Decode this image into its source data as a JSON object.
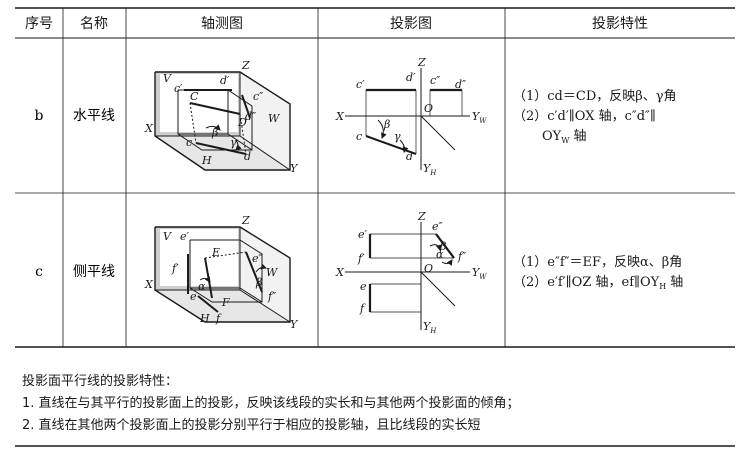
{
  "table": {
    "headers": [
      "序号",
      "名称",
      "轴测图",
      "投影图",
      "投影特性"
    ],
    "rows": [
      {
        "index": "b",
        "name": "水平线",
        "axon_labels": {
          "Z": "Z",
          "V": "V",
          "c_prime": "c′",
          "d_prime": "d′",
          "d_dbl": "d″",
          "c_dbl": "c″",
          "C": "C",
          "D": "D",
          "W": "W",
          "X": "X",
          "c": "c",
          "H": "H",
          "d": "d",
          "Y": "Y",
          "beta": "β",
          "gamma": "γ"
        },
        "proj_labels": {
          "Z": "Z",
          "c_prime": "c′",
          "d_prime": "d′",
          "c_dbl": "c″",
          "d_dbl": "d″",
          "O": "O",
          "X": "X",
          "YW": "Y",
          "YW_sub": "W",
          "beta": "β",
          "gamma": "γ",
          "c": "c",
          "d": "d",
          "YH": "Y",
          "YH_sub": "H"
        },
        "prop1": "（1）cd＝CD，反映β、γ角",
        "prop2a": "（2）c′d′∥OX 轴，c″d″∥",
        "prop2b": "OY",
        "prop2b_sub": "W",
        "prop2c": "轴"
      },
      {
        "index": "c",
        "name": "侧平线",
        "axon_labels": {
          "Z": "Z",
          "V": "V",
          "e_prime": "e′",
          "E": "E",
          "e_dbl": "e″",
          "f_prime": "f′",
          "W": "W",
          "X": "X",
          "e": "e",
          "F": "F",
          "f_dbl": "f″",
          "H": "H",
          "f": "f",
          "Y": "Y",
          "alpha": "α",
          "beta": "β"
        },
        "proj_labels": {
          "Z": "Z",
          "e_prime": "e′",
          "f_prime": "f′",
          "e_dbl": "e″",
          "f_dbl": "f″",
          "O": "O",
          "X": "X",
          "YW": "Y",
          "YW_sub": "W",
          "alpha": "α",
          "beta": "β",
          "e": "e",
          "f": "f",
          "YH": "Y",
          "YH_sub": "H"
        },
        "prop1": "（1）e″f″＝EF，反映α、β角",
        "prop2a": "（2）e′f′∥OZ 轴，ef∥OY",
        "prop2a_sub": "H",
        "prop2b": "轴"
      }
    ]
  },
  "notes": {
    "title": "投影面平行线的投影特性：",
    "line1": "1. 直线在与其平行的投影面上的投影，反映该线段的实长和与其他两个投影面的倾角；",
    "line2": "2. 直线在其他两个投影面上的投影分别平行于相应的投影轴，且比线段的实长短"
  }
}
